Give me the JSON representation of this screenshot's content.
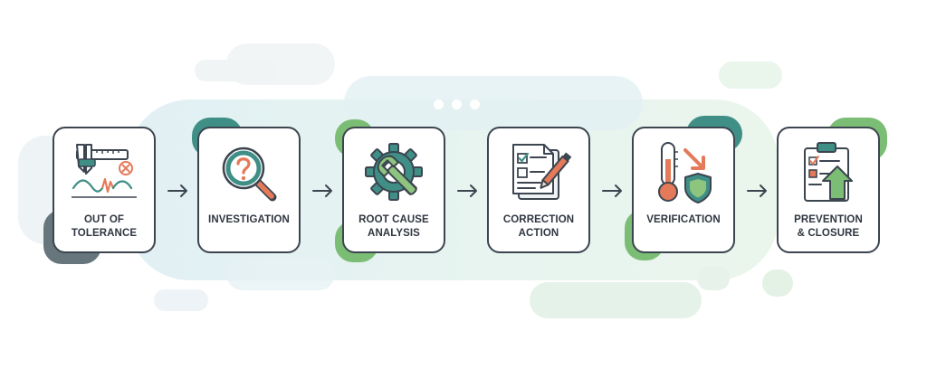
{
  "steps": [
    {
      "label": "OUT OF\nTOLERANCE",
      "icon": "caliper-tolerance-icon"
    },
    {
      "label": "INVESTIGATION",
      "icon": "magnifier-question-icon"
    },
    {
      "label": "ROOT CAUSE\nANALYSIS",
      "icon": "gear-wrench-icon"
    },
    {
      "label": "CORRECTION\nACTION",
      "icon": "document-pencil-icon"
    },
    {
      "label": "VERIFICATION",
      "icon": "thermometer-shield-icon"
    },
    {
      "label": "PREVENTION\n& CLOSURE",
      "icon": "clipboard-up-arrow-icon"
    }
  ],
  "colors": {
    "outline": "#3c4550",
    "teal": "#3f8f86",
    "orange": "#e57a5a",
    "green": "#79b974",
    "slate": "#5f7378"
  }
}
